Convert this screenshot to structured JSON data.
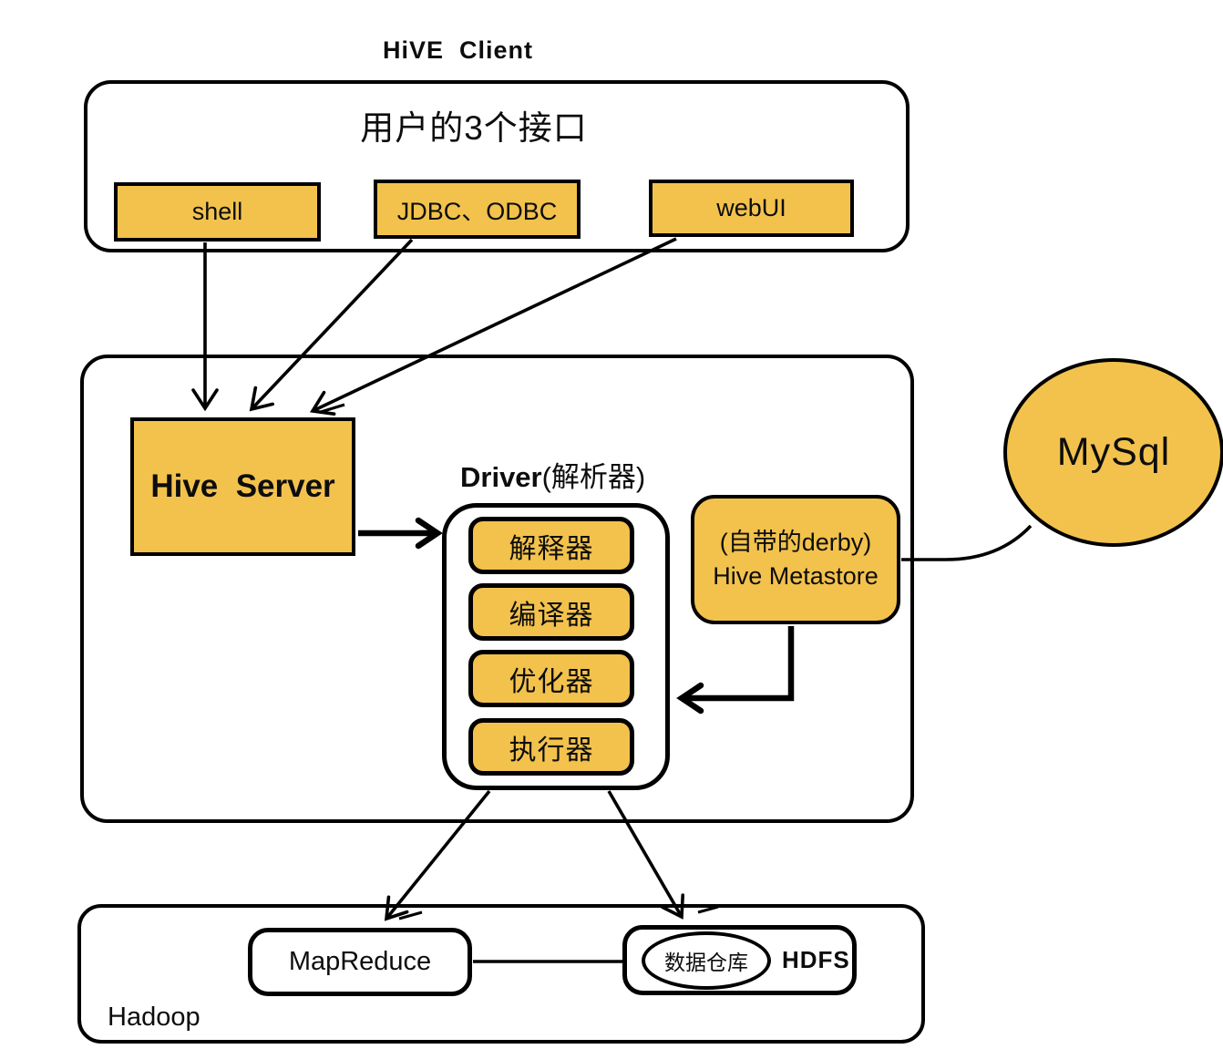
{
  "title": "HiVE  Client",
  "client": {
    "heading": "用户的3个接口",
    "interfaces": [
      "shell",
      "JDBC、ODBC",
      "webUI"
    ]
  },
  "hive": {
    "server": "Hive  Server",
    "driver": {
      "name": "Driver",
      "annotation": "(解析器)",
      "components": [
        "解释器",
        "编译器",
        "优化器",
        "执行器"
      ]
    },
    "metastore": {
      "line1": "(自带的derby)",
      "line2": "Hive Metastore"
    }
  },
  "mysql": {
    "label": "MySql"
  },
  "hadoop": {
    "label": "Hadoop",
    "mapreduce": "MapReduce",
    "hdfs": "HDFS",
    "warehouse": "数据仓库"
  },
  "colors": {
    "accent": "#F2C24D",
    "line": "#000000",
    "background": "#FFFFFF"
  }
}
